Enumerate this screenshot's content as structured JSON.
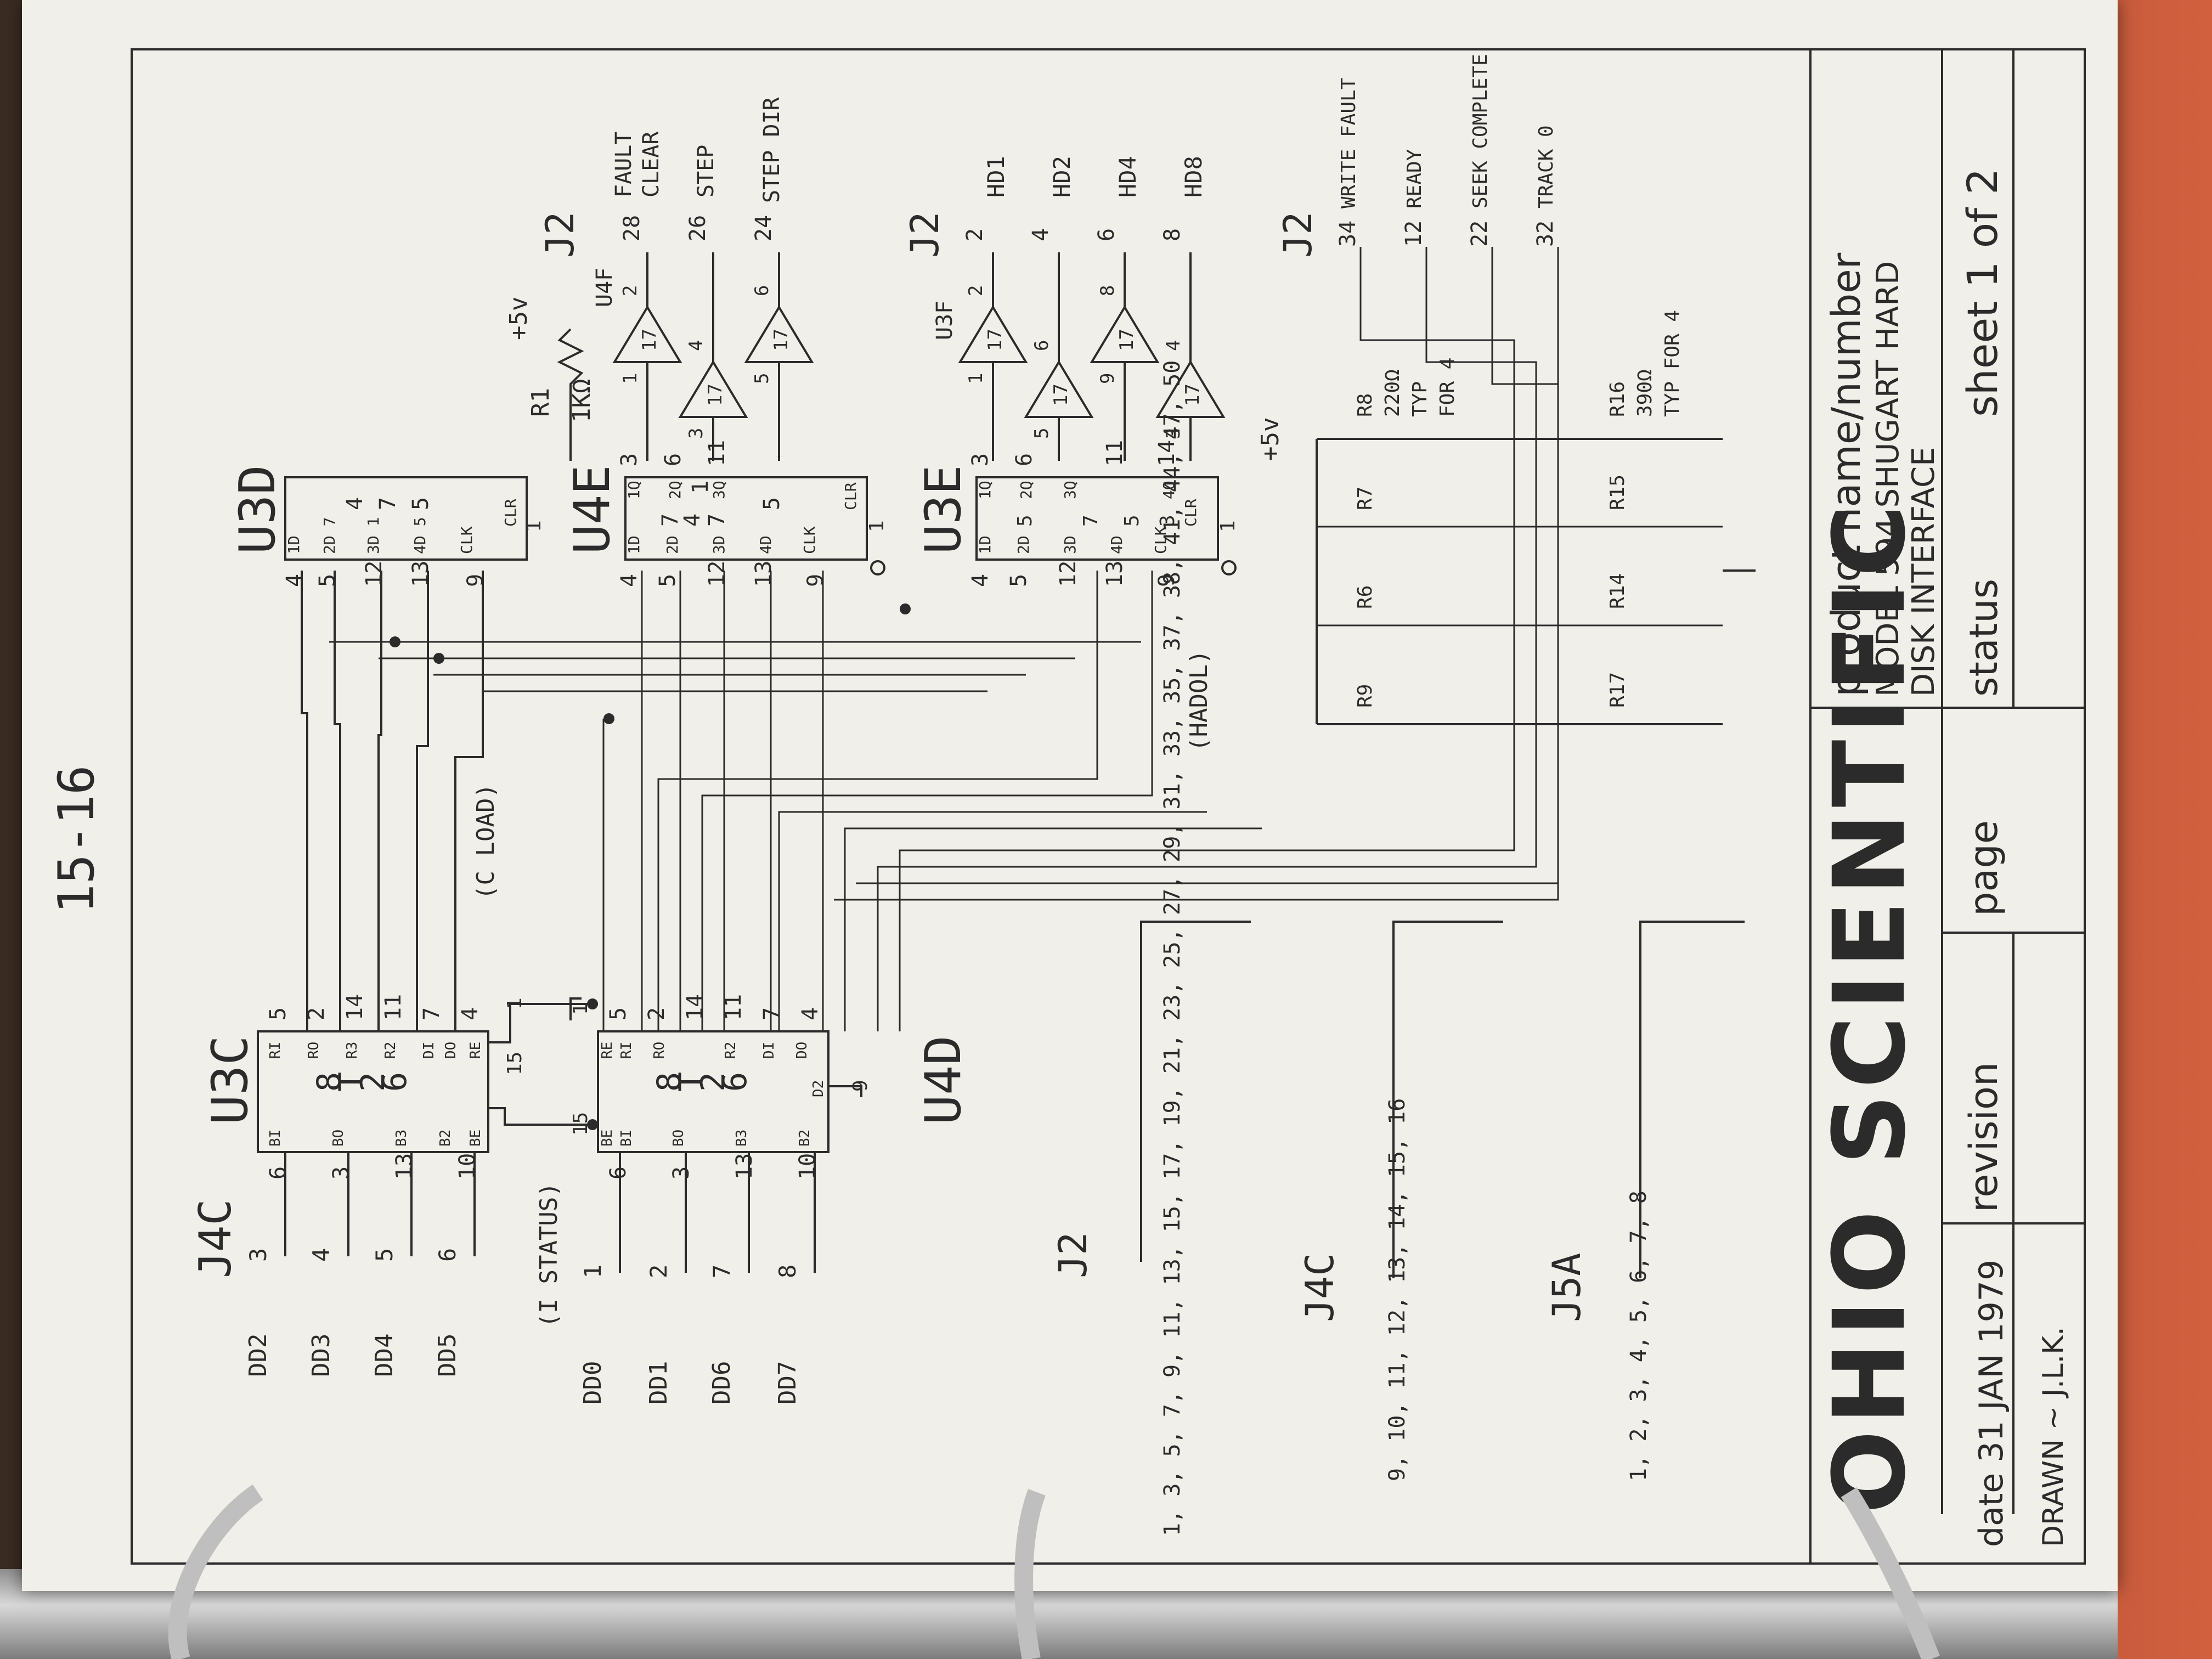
{
  "page_number": "15-16",
  "title_block": {
    "company": "OHIO SCIENTIFIC",
    "product_label": "product name/number",
    "product_line1": "MODEL 594 SHUGART HARD",
    "product_line2": "DISK INTERFACE",
    "status_label": "status",
    "sheet": "sheet 1 of 2",
    "page_label": "page",
    "date": "date 31 JAN 1979",
    "revision_label": "revision",
    "drawn": "DRAWN ~ J.L.K."
  },
  "left_connector": {
    "title": "J4C",
    "pins_top": [
      {
        "pin": "3",
        "signal": "DD2"
      },
      {
        "pin": "4",
        "signal": "DD3"
      },
      {
        "pin": "5",
        "signal": "DD4"
      },
      {
        "pin": "6",
        "signal": "DD5"
      }
    ],
    "pins_bottom": [
      {
        "pin": "1",
        "signal": "DD0"
      },
      {
        "pin": "2",
        "signal": "DD1"
      },
      {
        "pin": "7",
        "signal": "DD6"
      },
      {
        "pin": "8",
        "signal": "DD7"
      }
    ]
  },
  "chips": {
    "u3c": {
      "name": "U3C",
      "part_a": "8",
      "part_b": "T",
      "part_c": "2",
      "part_d": "6",
      "left_pins": [
        "6",
        "3",
        "13",
        "10"
      ],
      "right_pins": [
        "5",
        "2",
        "14",
        "11",
        "7",
        "4"
      ],
      "labels_in": [
        "BI",
        "BO",
        "B3",
        "B2",
        "BE"
      ],
      "labels_out": [
        "RI",
        "RO",
        "R3",
        "R2",
        "DI",
        "DO",
        "RE"
      ],
      "be_pin": "15",
      "re_pin": "1"
    },
    "u4d": {
      "name": "U4D",
      "part_a": "8",
      "part_b": "T",
      "part_c": "2",
      "part_d": "6",
      "left_pins": [
        "6",
        "3",
        "13",
        "10"
      ],
      "right_pins": [
        "5",
        "2",
        "14",
        "11",
        "7",
        "4"
      ],
      "labels_in": [
        "BE",
        "BI",
        "BO",
        "B3",
        "B2"
      ],
      "labels_out": [
        "RE",
        "RI",
        "RO",
        "R2",
        "DI",
        "DO",
        "D2"
      ],
      "be_pin": "15",
      "re_pin": "1",
      "d2_pin": "9"
    },
    "u3d": {
      "name": "U3D",
      "left_pins": [
        "4",
        "5",
        "12",
        "13",
        "9"
      ],
      "right_labels": [
        "1D",
        "2D 7",
        "3D 1",
        "4D 5",
        "CLK",
        "CLR"
      ],
      "right_pins": [
        "4",
        "7",
        "5"
      ],
      "clr_pin": "1"
    },
    "u4e": {
      "name": "U4E",
      "left_pins": [
        "4",
        "5",
        "12",
        "13",
        "9"
      ],
      "labels": [
        "1D",
        "2D",
        "3D",
        "4D",
        "CLK",
        "1Q",
        "2Q",
        "3Q",
        "CLR"
      ],
      "right_pins": [
        "3",
        "6",
        "11"
      ],
      "mid_pins": [
        "7",
        "4",
        "1",
        "7",
        "5"
      ],
      "clr_pin": "1"
    },
    "u3e": {
      "name": "U3E",
      "left_pins": [
        "4",
        "5",
        "12",
        "13",
        "9"
      ],
      "labels": [
        "1D",
        "2D",
        "3D",
        "4D",
        "CLK",
        "1Q",
        "2Q",
        "3Q",
        "4Q",
        "CLR"
      ],
      "right_pins": [
        "3",
        "6",
        "11",
        "14"
      ],
      "mid_pins": [
        "5",
        "7",
        "5",
        "3"
      ],
      "clr_pin": "1"
    }
  },
  "resistors": {
    "r1": {
      "name": "R1",
      "value": "1KΩ",
      "supply": "+5v"
    },
    "r8": {
      "name": "R8",
      "value": "220Ω",
      "note": "TYP",
      "note2": "FOR 4"
    },
    "r7": {
      "name": "R7"
    },
    "r6": {
      "name": "R6"
    },
    "r9": {
      "name": "R9"
    },
    "r16": {
      "name": "R16",
      "value": "390Ω",
      "note": "TYP FOR 4"
    },
    "r15": {
      "name": "R15"
    },
    "r14": {
      "name": "R14"
    },
    "r17": {
      "name": "R17"
    },
    "supply2": "+5v"
  },
  "buffers": {
    "u4f": {
      "name": "U4F",
      "number": "17",
      "in_pins": [
        "1",
        "3",
        "5"
      ],
      "out_pins": [
        "2",
        "4",
        "6"
      ]
    },
    "u3f": {
      "name": "U3F",
      "number": "17",
      "in_pins": [
        "1",
        "5",
        "9",
        "3"
      ],
      "out_pins": [
        "2",
        "6",
        "8",
        "4"
      ]
    }
  },
  "j2_outputs_top": {
    "title": "J2",
    "items": [
      {
        "pin": "28",
        "signal1": "FAULT",
        "signal2": "CLEAR"
      },
      {
        "pin": "26",
        "signal1": "STEP",
        "signal2": ""
      },
      {
        "pin": "24",
        "signal1": "STEP DIR",
        "signal2": ""
      }
    ]
  },
  "j2_outputs_hd": {
    "title": "J2",
    "items": [
      {
        "pin": "2",
        "signal": "HD1"
      },
      {
        "pin": "4",
        "signal": "HD2"
      },
      {
        "pin": "6",
        "signal": "HD4"
      },
      {
        "pin": "8",
        "signal": "HD8"
      }
    ]
  },
  "j2_inputs": {
    "title": "J2",
    "items": [
      {
        "pin": "34",
        "signal": "WRITE FAULT"
      },
      {
        "pin": "12",
        "signal": "READY"
      },
      {
        "pin": "22",
        "signal": "SEEK COMPLETE"
      },
      {
        "pin": "32",
        "signal": "TRACK 0"
      }
    ]
  },
  "strobe_labels": {
    "status": "(I STATUS)",
    "cload": "(C LOAD)",
    "hadol": "(HADOL)"
  },
  "ground_connectors": [
    {
      "title": "J2",
      "pins": "1, 3, 5, 7, 9, 11, 13, 15, 17, 19, 21, 23, 25, 27, 29, 31, 33, 35, 37, 38, 41, 44, 47, 50"
    },
    {
      "title": "J4C",
      "pins": "9, 10, 11, 12, 13, 14, 15, 16"
    },
    {
      "title": "J5A",
      "pins": "1, 2, 3, 4, 5, 6, 7, 8"
    }
  ]
}
